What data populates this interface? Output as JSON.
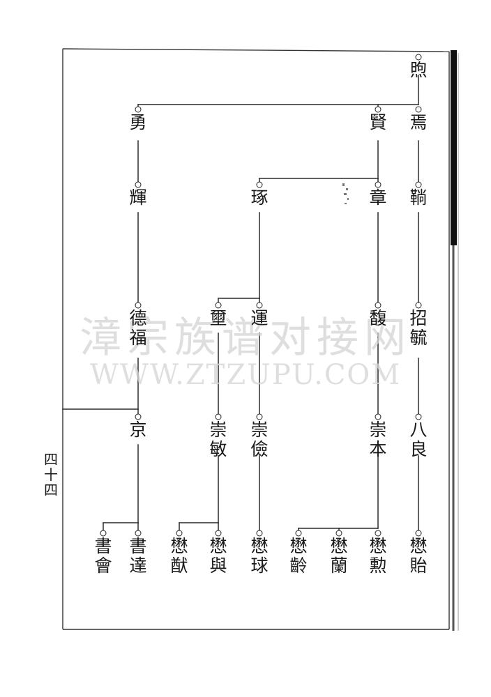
{
  "page_number": "四\n十\n四",
  "watermark": {
    "cn": "漳宗族谱对接网",
    "en": "WWW.ZTZUPU.COM"
  },
  "persons": {
    "root": "煦",
    "g1a": "勇",
    "g1b": "賢",
    "g1c": "焉",
    "g2a": "輝",
    "g2b": "琢",
    "g2c": "章",
    "g2d": "鞝",
    "g3a": "德\n福",
    "g3b": "壐",
    "g3c": "運",
    "g3d": "馥",
    "g3e": "招\n毓",
    "g4a": "京",
    "g4b": "崇\n敏",
    "g4c": "崇\n儉",
    "g4d": "崇\n本",
    "g4e": "八\n良",
    "g5a": "書\n會",
    "g5b": "書\n達",
    "g5c": "懋\n猷",
    "g5d": "懋\n與",
    "g5e": "懋\n球",
    "g5f": "懋\n齡",
    "g5g": "懋\n蘭",
    "g5h": "懋\n勲",
    "g5i": "懋\n貽"
  }
}
